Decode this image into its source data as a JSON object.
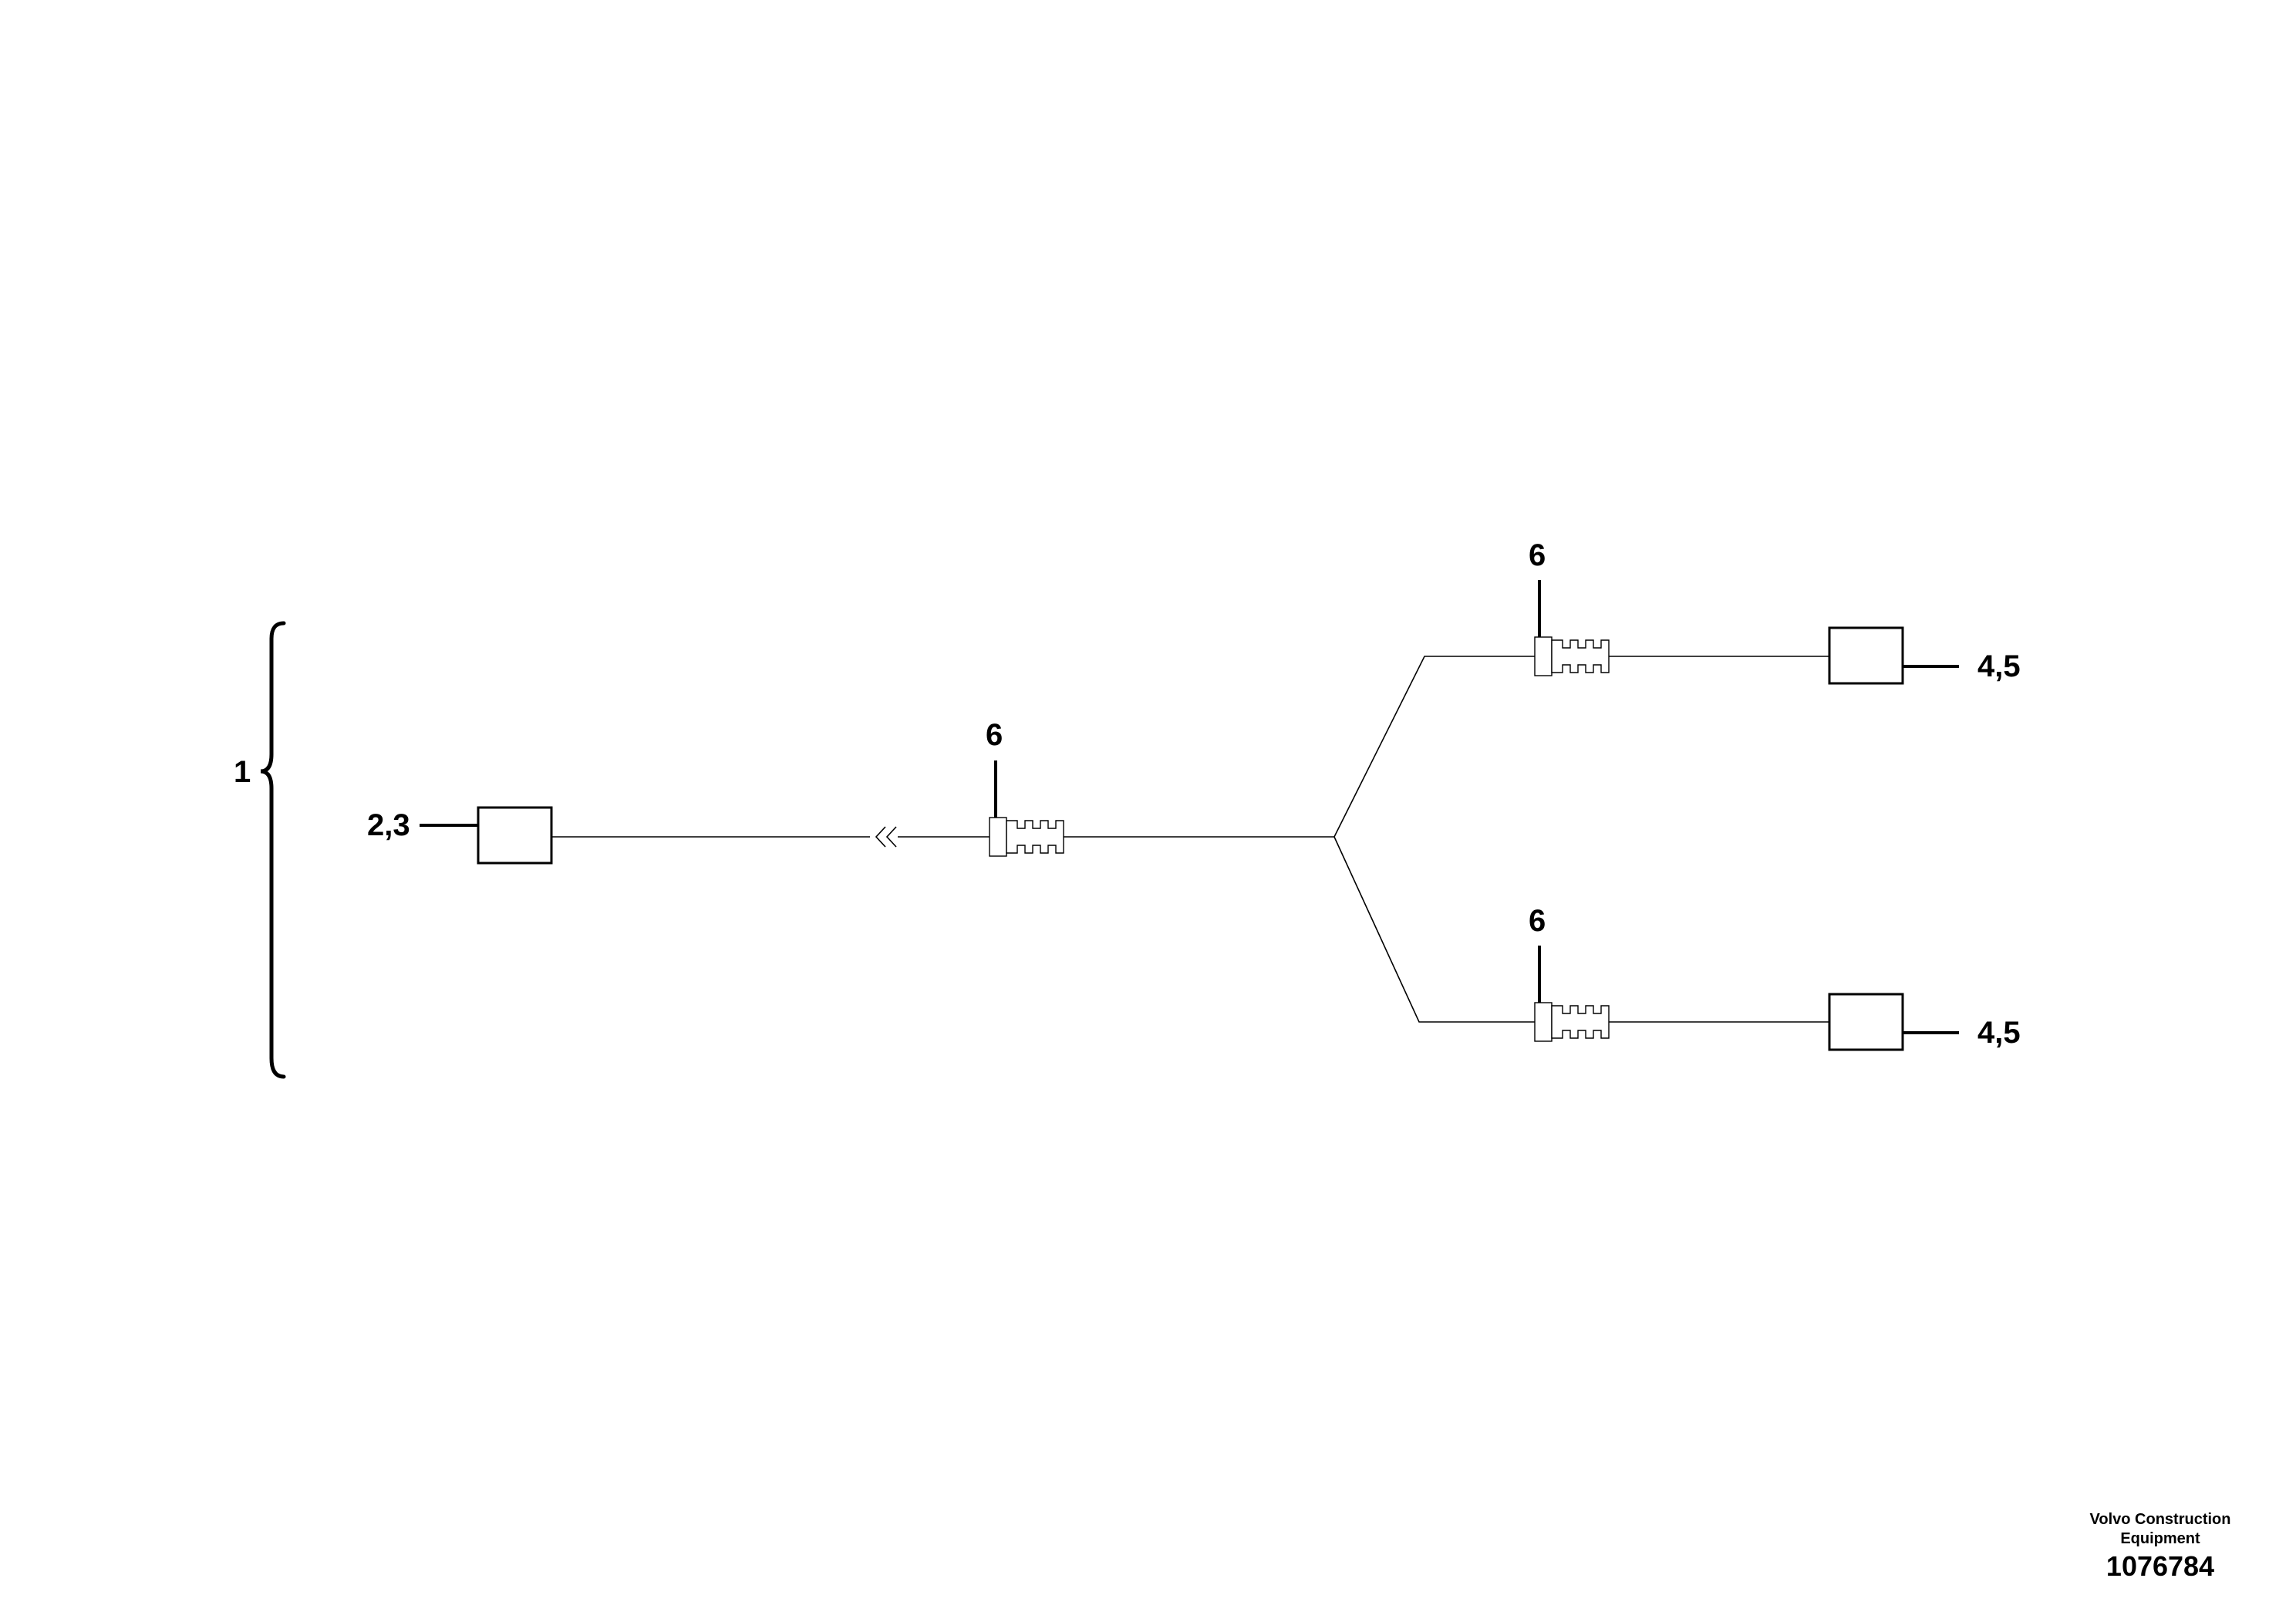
{
  "callouts": {
    "assembly": "1",
    "left_connector": "2,3",
    "clip_trunk": "6",
    "clip_upper": "6",
    "clip_lower": "6",
    "right_connector_upper": "4,5",
    "right_connector_lower": "4,5"
  },
  "footer": {
    "brand_line1": "Volvo Construction",
    "brand_line2": "Equipment",
    "image_number": "1076784"
  }
}
